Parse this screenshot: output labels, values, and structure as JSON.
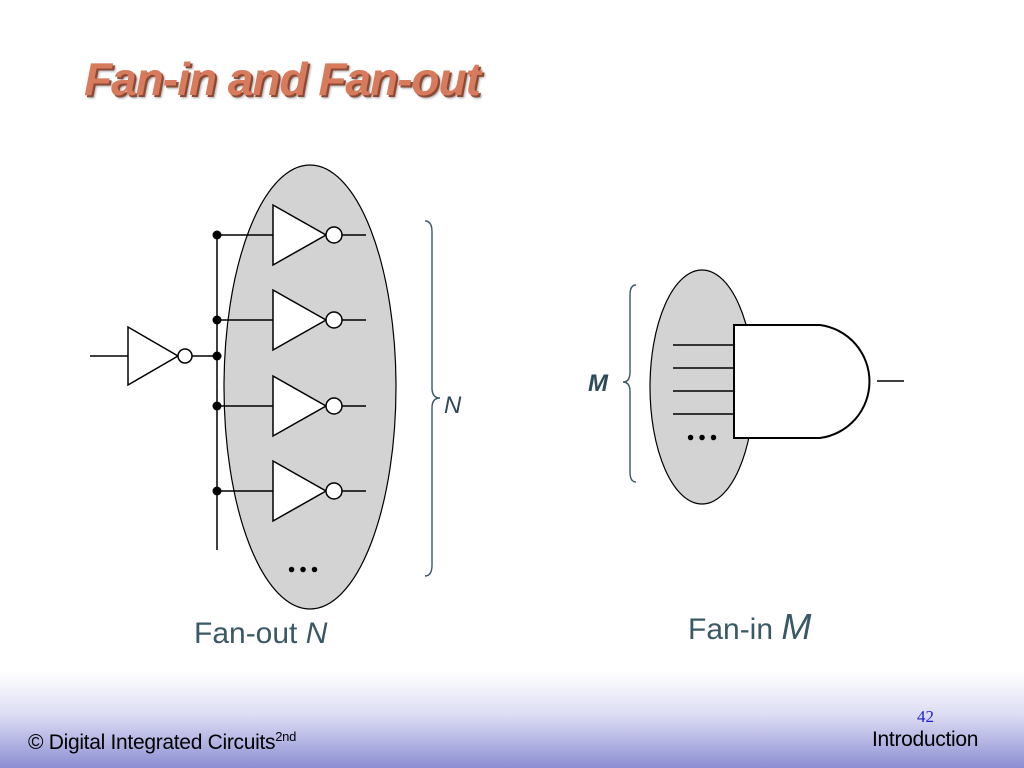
{
  "slide": {
    "title": "Fan-in and Fan-out",
    "fanout_label": {
      "prefix": "Fan-out ",
      "var": "N"
    },
    "fanin_label": {
      "prefix": "Fan-in ",
      "var": "M"
    },
    "brace_n_label": "N",
    "brace_m_label": "M",
    "ellipsis": "…"
  },
  "footer": {
    "copyright": "© Digital Integrated Circuits",
    "edition_sup": "2nd",
    "page_number": "42",
    "section": "Introduction"
  },
  "colors": {
    "title": "#d87a5c",
    "ellipse_fill": "#d3d3d3",
    "label_text": "#3b5866",
    "page_number": "#1f1fcf",
    "footer_band": "#8c8ed2"
  }
}
